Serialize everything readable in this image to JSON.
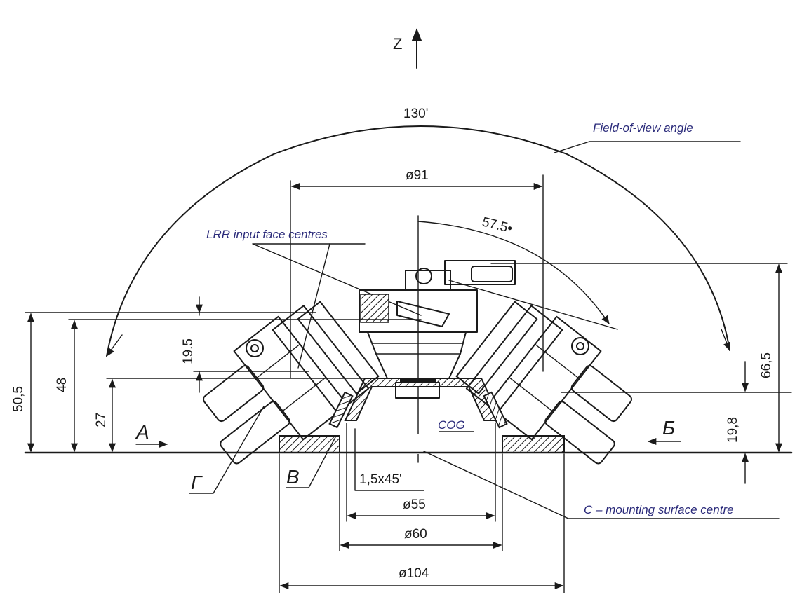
{
  "axis": {
    "z_label": "Z"
  },
  "dimensions": {
    "fov": "130'",
    "d91": "ø91",
    "angle": "57.5•",
    "h50": "50,5",
    "h48": "48",
    "h27": "27",
    "h19_5": "19.5",
    "h66": "66,5",
    "h19_8": "19,8",
    "chamfer": "1,5x45'",
    "d55": "ø55",
    "d60": "ø60",
    "d104": "ø104"
  },
  "notes": {
    "fov": "Field-of-view angle",
    "lrr": "LRR input face centres",
    "cog": "COG",
    "mount": "C – mounting surface centre"
  },
  "views": {
    "a": "A",
    "b": "Б",
    "v": "В",
    "g": "Г"
  },
  "colors": {
    "line": "#1a1a1a",
    "note": "#2a2a7a",
    "background": "#ffffff"
  }
}
